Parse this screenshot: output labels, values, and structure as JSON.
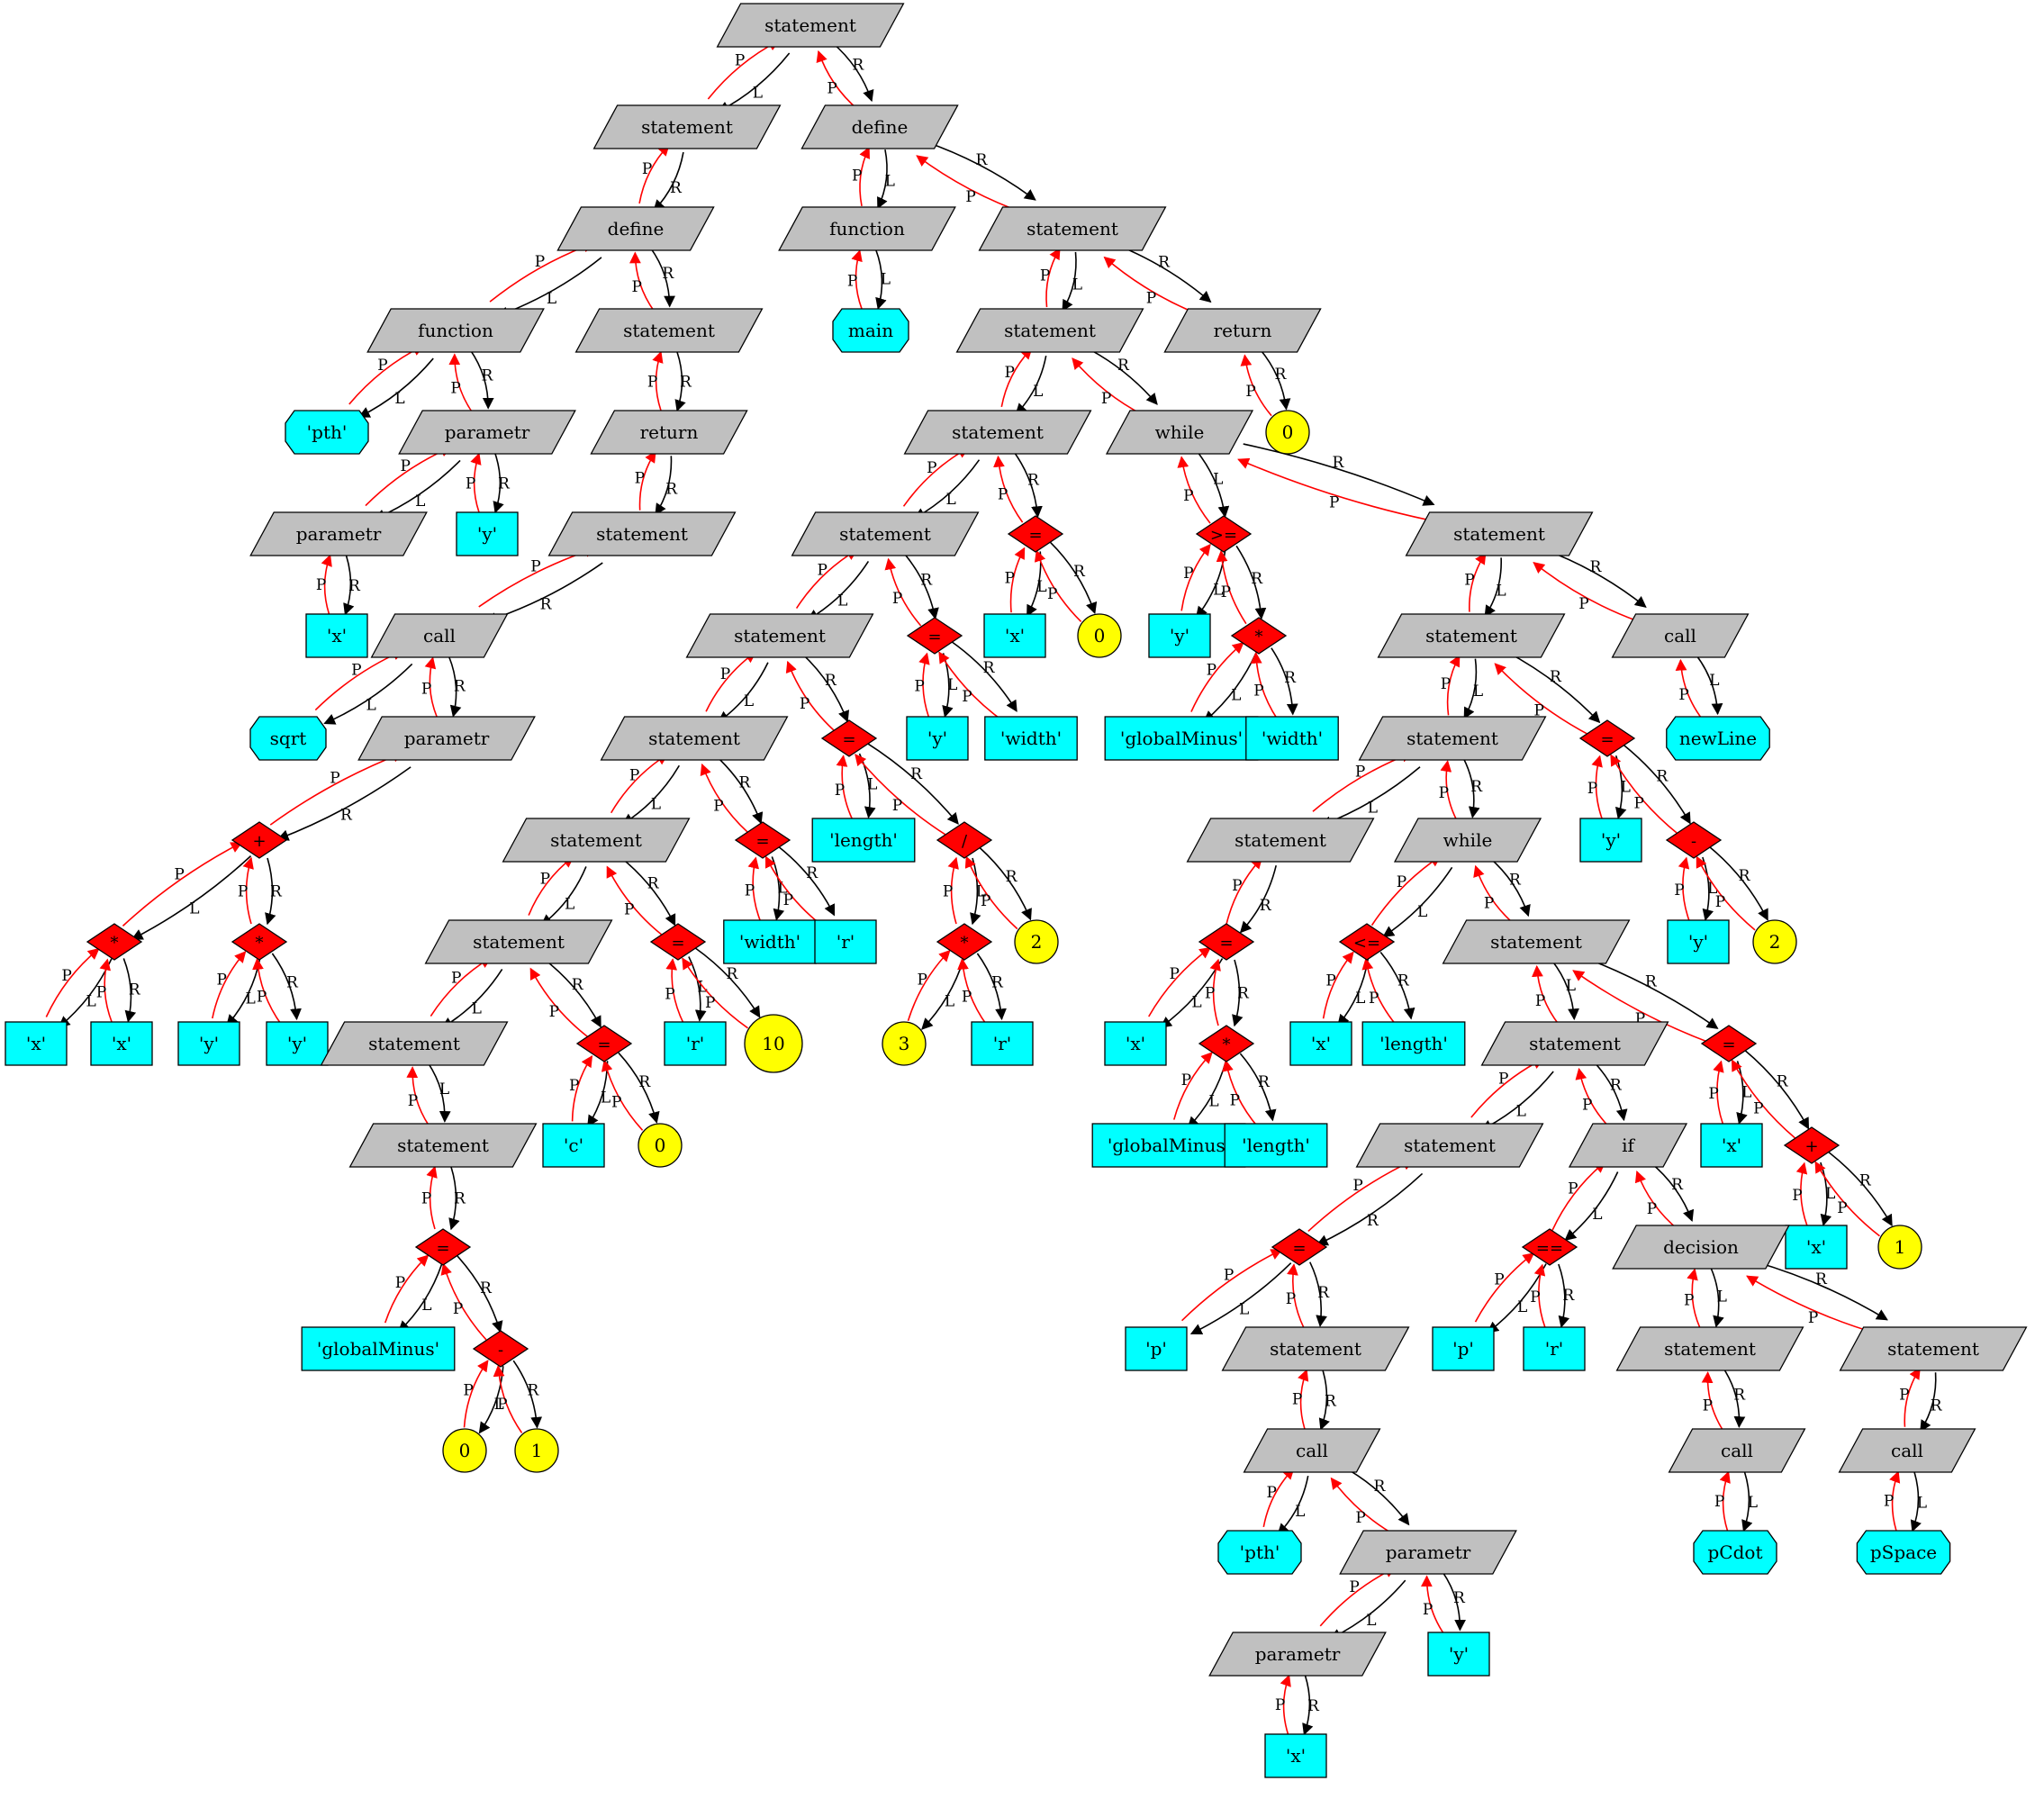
{
  "nodes": {
    "s1": {
      "label": "statement",
      "kind": "stmt"
    },
    "s2": {
      "label": "statement",
      "kind": "stmt"
    },
    "d1": {
      "label": "define",
      "kind": "stmt"
    },
    "f1": {
      "label": "function",
      "kind": "stmt"
    },
    "pth1": {
      "label": "'pth'",
      "kind": "name"
    },
    "pa1": {
      "label": "parametr",
      "kind": "stmt"
    },
    "pa2": {
      "label": "parametr",
      "kind": "stmt"
    },
    "x1": {
      "label": "'x'",
      "kind": "var"
    },
    "y1": {
      "label": "'y'",
      "kind": "var"
    },
    "s3": {
      "label": "statement",
      "kind": "stmt"
    },
    "ret1": {
      "label": "return",
      "kind": "stmt"
    },
    "s4": {
      "label": "statement",
      "kind": "stmt"
    },
    "call1": {
      "label": "call",
      "kind": "stmt"
    },
    "sqrt": {
      "label": "sqrt",
      "kind": "name"
    },
    "pa3": {
      "label": "parametr",
      "kind": "stmt"
    },
    "plus1": {
      "label": "+",
      "kind": "op"
    },
    "mul1": {
      "label": "*",
      "kind": "op"
    },
    "mul2": {
      "label": "*",
      "kind": "op"
    },
    "x2": {
      "label": "'x'",
      "kind": "var"
    },
    "x3": {
      "label": "'x'",
      "kind": "var"
    },
    "y2": {
      "label": "'y'",
      "kind": "var"
    },
    "y3": {
      "label": "'y'",
      "kind": "var"
    },
    "d2": {
      "label": "define",
      "kind": "stmt"
    },
    "f2": {
      "label": "function",
      "kind": "stmt"
    },
    "main": {
      "label": "main",
      "kind": "name"
    },
    "s5": {
      "label": "statement",
      "kind": "stmt"
    },
    "s6": {
      "label": "statement",
      "kind": "stmt"
    },
    "ret2": {
      "label": "return",
      "kind": "stmt"
    },
    "n0a": {
      "label": "0",
      "kind": "num"
    },
    "s7": {
      "label": "statement",
      "kind": "stmt"
    },
    "wh1": {
      "label": "while",
      "kind": "stmt"
    },
    "s8": {
      "label": "statement",
      "kind": "stmt"
    },
    "eq1": {
      "label": "=",
      "kind": "op"
    },
    "x4": {
      "label": "'x'",
      "kind": "var"
    },
    "n0b": {
      "label": "0",
      "kind": "num"
    },
    "s9": {
      "label": "statement",
      "kind": "stmt"
    },
    "eq2": {
      "label": "=",
      "kind": "op"
    },
    "y4": {
      "label": "'y'",
      "kind": "var"
    },
    "wid1": {
      "label": "'width'",
      "kind": "var"
    },
    "s10": {
      "label": "statement",
      "kind": "stmt"
    },
    "eq3": {
      "label": "=",
      "kind": "op"
    },
    "len1": {
      "label": "'length'",
      "kind": "var"
    },
    "div1": {
      "label": "/",
      "kind": "op"
    },
    "mul3": {
      "label": "*",
      "kind": "op"
    },
    "n3": {
      "label": "3",
      "kind": "num"
    },
    "r1": {
      "label": "'r'",
      "kind": "var"
    },
    "n2a": {
      "label": "2",
      "kind": "num"
    },
    "s11": {
      "label": "statement",
      "kind": "stmt"
    },
    "eq4": {
      "label": "=",
      "kind": "op"
    },
    "wid2": {
      "label": "'width'",
      "kind": "var"
    },
    "r2": {
      "label": "'r'",
      "kind": "var"
    },
    "s12": {
      "label": "statement",
      "kind": "stmt"
    },
    "eq5": {
      "label": "=",
      "kind": "op"
    },
    "r3": {
      "label": "'r'",
      "kind": "var"
    },
    "n10": {
      "label": "10",
      "kind": "num"
    },
    "s13": {
      "label": "statement",
      "kind": "stmt"
    },
    "eq6": {
      "label": "=",
      "kind": "op"
    },
    "c1": {
      "label": "'c'",
      "kind": "var"
    },
    "n0c": {
      "label": "0",
      "kind": "num"
    },
    "s14": {
      "label": "statement",
      "kind": "stmt"
    },
    "eq7": {
      "label": "=",
      "kind": "op"
    },
    "gm1": {
      "label": "'globalMinus'",
      "kind": "var"
    },
    "min1": {
      "label": "-",
      "kind": "op"
    },
    "n0d": {
      "label": "0",
      "kind": "num"
    },
    "n1a": {
      "label": "1",
      "kind": "num"
    },
    "ge1": {
      "label": ">=",
      "kind": "op"
    },
    "y5": {
      "label": "'y'",
      "kind": "var"
    },
    "mul4": {
      "label": "*",
      "kind": "op"
    },
    "gm2": {
      "label": "'globalMinus'",
      "kind": "var"
    },
    "wid3": {
      "label": "'width'",
      "kind": "var"
    },
    "s15": {
      "label": "statement",
      "kind": "stmt"
    },
    "s16": {
      "label": "statement",
      "kind": "stmt"
    },
    "call2": {
      "label": "call",
      "kind": "stmt"
    },
    "newline": {
      "label": "newLine",
      "kind": "name"
    },
    "s17": {
      "label": "statement",
      "kind": "stmt"
    },
    "eq8": {
      "label": "=",
      "kind": "op"
    },
    "y6": {
      "label": "'y'",
      "kind": "var"
    },
    "min2": {
      "label": "-",
      "kind": "op"
    },
    "y7": {
      "label": "'y'",
      "kind": "var"
    },
    "n2b": {
      "label": "2",
      "kind": "num"
    },
    "s18": {
      "label": "statement",
      "kind": "stmt"
    },
    "eq9": {
      "label": "=",
      "kind": "op"
    },
    "x5": {
      "label": "'x'",
      "kind": "var"
    },
    "mul5": {
      "label": "*",
      "kind": "op"
    },
    "gm3": {
      "label": "'globalMinus'",
      "kind": "var"
    },
    "len2": {
      "label": "'length'",
      "kind": "var"
    },
    "wh2": {
      "label": "while",
      "kind": "stmt"
    },
    "le1": {
      "label": "<=",
      "kind": "op"
    },
    "x6": {
      "label": "'x'",
      "kind": "var"
    },
    "len3": {
      "label": "'length'",
      "kind": "var"
    },
    "s19": {
      "label": "statement",
      "kind": "stmt"
    },
    "s20": {
      "label": "statement",
      "kind": "stmt"
    },
    "eq10": {
      "label": "=",
      "kind": "op"
    },
    "x7": {
      "label": "'x'",
      "kind": "var"
    },
    "plus2": {
      "label": "+",
      "kind": "op"
    },
    "x8": {
      "label": "'x'",
      "kind": "var"
    },
    "n1b": {
      "label": "1",
      "kind": "num"
    },
    "s21": {
      "label": "statement",
      "kind": "stmt"
    },
    "eq11": {
      "label": "=",
      "kind": "op"
    },
    "p1": {
      "label": "'p'",
      "kind": "var"
    },
    "s22": {
      "label": "statement",
      "kind": "stmt"
    },
    "call3": {
      "label": "call",
      "kind": "stmt"
    },
    "pth2": {
      "label": "'pth'",
      "kind": "name"
    },
    "pa4": {
      "label": "parametr",
      "kind": "stmt"
    },
    "pa5": {
      "label": "parametr",
      "kind": "stmt"
    },
    "x9": {
      "label": "'x'",
      "kind": "var"
    },
    "y8": {
      "label": "'y'",
      "kind": "var"
    },
    "if1": {
      "label": "if",
      "kind": "stmt"
    },
    "eqeq": {
      "label": "==",
      "kind": "op"
    },
    "p2": {
      "label": "'p'",
      "kind": "var"
    },
    "r4": {
      "label": "'r'",
      "kind": "var"
    },
    "dec": {
      "label": "decision",
      "kind": "stmt"
    },
    "s23": {
      "label": "statement",
      "kind": "stmt"
    },
    "call4": {
      "label": "call",
      "kind": "stmt"
    },
    "pcdot": {
      "label": "pCdot",
      "kind": "name"
    },
    "s24": {
      "label": "statement",
      "kind": "stmt"
    },
    "call5": {
      "label": "call",
      "kind": "stmt"
    },
    "pspace": {
      "label": "pSpace",
      "kind": "name"
    }
  },
  "edges": [
    [
      "s1",
      "s2",
      "L"
    ],
    [
      "s1",
      "d2",
      "R"
    ],
    [
      "s2",
      "d1",
      "R"
    ],
    [
      "d1",
      "f1",
      "L"
    ],
    [
      "d1",
      "s3",
      "R"
    ],
    [
      "f1",
      "pth1",
      "L"
    ],
    [
      "f1",
      "pa1",
      "R"
    ],
    [
      "pa1",
      "pa2",
      "L"
    ],
    [
      "pa1",
      "y1",
      "R"
    ],
    [
      "pa2",
      "x1",
      "R"
    ],
    [
      "s3",
      "ret1",
      "R"
    ],
    [
      "ret1",
      "s4",
      "R"
    ],
    [
      "s4",
      "call1",
      "R"
    ],
    [
      "call1",
      "sqrt",
      "L"
    ],
    [
      "call1",
      "pa3",
      "R"
    ],
    [
      "pa3",
      "plus1",
      "R"
    ],
    [
      "plus1",
      "mul1",
      "L"
    ],
    [
      "plus1",
      "mul2",
      "R"
    ],
    [
      "mul1",
      "x2",
      "L"
    ],
    [
      "mul1",
      "x3",
      "R"
    ],
    [
      "mul2",
      "y2",
      "L"
    ],
    [
      "mul2",
      "y3",
      "R"
    ],
    [
      "d2",
      "f2",
      "L"
    ],
    [
      "d2",
      "s5",
      "R"
    ],
    [
      "f2",
      "main",
      "L"
    ],
    [
      "s5",
      "s6",
      "L"
    ],
    [
      "s5",
      "ret2",
      "R"
    ],
    [
      "ret2",
      "n0a",
      "R"
    ],
    [
      "s6",
      "s7",
      "L"
    ],
    [
      "s6",
      "wh1",
      "R"
    ],
    [
      "s7",
      "s8",
      "L"
    ],
    [
      "s7",
      "eq1",
      "R"
    ],
    [
      "eq1",
      "x4",
      "L"
    ],
    [
      "eq1",
      "n0b",
      "R"
    ],
    [
      "s8",
      "s9",
      "L"
    ],
    [
      "s8",
      "eq2",
      "R"
    ],
    [
      "eq2",
      "y4",
      "L"
    ],
    [
      "eq2",
      "wid1",
      "R"
    ],
    [
      "s9",
      "s10",
      "L"
    ],
    [
      "s9",
      "eq3",
      "R"
    ],
    [
      "eq3",
      "len1",
      "L"
    ],
    [
      "eq3",
      "div1",
      "R"
    ],
    [
      "div1",
      "mul3",
      "L"
    ],
    [
      "div1",
      "n2a",
      "R"
    ],
    [
      "mul3",
      "n3",
      "L"
    ],
    [
      "mul3",
      "r1",
      "R"
    ],
    [
      "s10",
      "s11",
      "L"
    ],
    [
      "s10",
      "eq4",
      "R"
    ],
    [
      "eq4",
      "wid2",
      "L"
    ],
    [
      "eq4",
      "r2",
      "R"
    ],
    [
      "s11",
      "s12",
      "L"
    ],
    [
      "s11",
      "eq5",
      "R"
    ],
    [
      "eq5",
      "r3",
      "L"
    ],
    [
      "eq5",
      "n10",
      "R"
    ],
    [
      "s12",
      "s13",
      "L"
    ],
    [
      "s12",
      "eq6",
      "R"
    ],
    [
      "eq6",
      "c1",
      "L"
    ],
    [
      "eq6",
      "n0c",
      "R"
    ],
    [
      "s13",
      "s14",
      "L"
    ],
    [
      "s14",
      "eq7",
      "R"
    ],
    [
      "eq7",
      "gm1",
      "L"
    ],
    [
      "eq7",
      "min1",
      "R"
    ],
    [
      "min1",
      "n0d",
      "L"
    ],
    [
      "min1",
      "n1a",
      "R"
    ],
    [
      "wh1",
      "ge1",
      "L"
    ],
    [
      "wh1",
      "s15",
      "R"
    ],
    [
      "ge1",
      "y5",
      "L"
    ],
    [
      "ge1",
      "mul4",
      "R"
    ],
    [
      "mul4",
      "gm2",
      "L"
    ],
    [
      "mul4",
      "wid3",
      "R"
    ],
    [
      "s15",
      "s16",
      "L"
    ],
    [
      "s15",
      "call2",
      "R"
    ],
    [
      "call2",
      "newline",
      "L"
    ],
    [
      "s16",
      "s17",
      "L"
    ],
    [
      "s16",
      "eq8",
      "R"
    ],
    [
      "eq8",
      "y6",
      "L"
    ],
    [
      "eq8",
      "min2",
      "R"
    ],
    [
      "min2",
      "y7",
      "L"
    ],
    [
      "min2",
      "n2b",
      "R"
    ],
    [
      "s17",
      "s18",
      "L"
    ],
    [
      "s17",
      "wh2",
      "R"
    ],
    [
      "s18",
      "eq9",
      "R"
    ],
    [
      "eq9",
      "x5",
      "L"
    ],
    [
      "eq9",
      "mul5",
      "R"
    ],
    [
      "mul5",
      "gm3",
      "L"
    ],
    [
      "mul5",
      "len2",
      "R"
    ],
    [
      "wh2",
      "le1",
      "L"
    ],
    [
      "wh2",
      "s19",
      "R"
    ],
    [
      "le1",
      "x6",
      "L"
    ],
    [
      "le1",
      "len3",
      "R"
    ],
    [
      "s19",
      "s20",
      "L"
    ],
    [
      "s19",
      "eq10",
      "R"
    ],
    [
      "eq10",
      "x7",
      "L"
    ],
    [
      "eq10",
      "plus2",
      "R"
    ],
    [
      "plus2",
      "x8",
      "L"
    ],
    [
      "plus2",
      "n1b",
      "R"
    ],
    [
      "s20",
      "s21",
      "L"
    ],
    [
      "s20",
      "if1",
      "R"
    ],
    [
      "s21",
      "eq11",
      "R"
    ],
    [
      "eq11",
      "p1",
      "L"
    ],
    [
      "eq11",
      "s22",
      "R"
    ],
    [
      "s22",
      "call3",
      "R"
    ],
    [
      "call3",
      "pth2",
      "L"
    ],
    [
      "call3",
      "pa4",
      "R"
    ],
    [
      "pa4",
      "pa5",
      "L"
    ],
    [
      "pa4",
      "y8",
      "R"
    ],
    [
      "pa5",
      "x9",
      "R"
    ],
    [
      "if1",
      "eqeq",
      "L"
    ],
    [
      "if1",
      "dec",
      "R"
    ],
    [
      "eqeq",
      "p2",
      "L"
    ],
    [
      "eqeq",
      "r4",
      "R"
    ],
    [
      "dec",
      "s23",
      "L"
    ],
    [
      "dec",
      "s24",
      "R"
    ],
    [
      "s23",
      "call4",
      "R"
    ],
    [
      "call4",
      "pcdot",
      "L"
    ],
    [
      "s24",
      "call5",
      "R"
    ],
    [
      "call5",
      "pspace",
      "L"
    ]
  ],
  "parent_label": "P",
  "colors": {
    "stmt": "#c0c0c0",
    "name": "#00ffff",
    "var": "#00ffff",
    "op": "#ff0000",
    "num": "#ffff00",
    "child_edge": "#000000",
    "parent_edge": "#ff0000"
  }
}
